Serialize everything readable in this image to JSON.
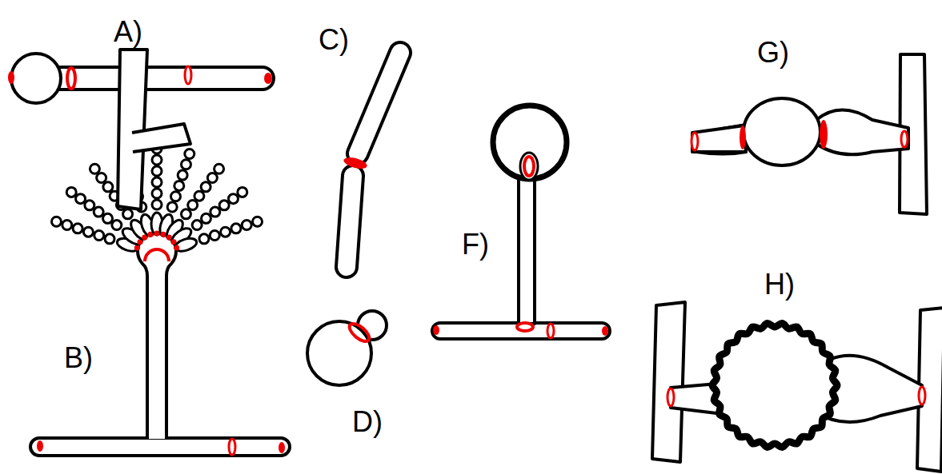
{
  "diagram": {
    "labels": [
      "A)",
      "C)",
      "G)",
      "F)",
      "H)",
      "B)",
      "D)"
    ]
  }
}
